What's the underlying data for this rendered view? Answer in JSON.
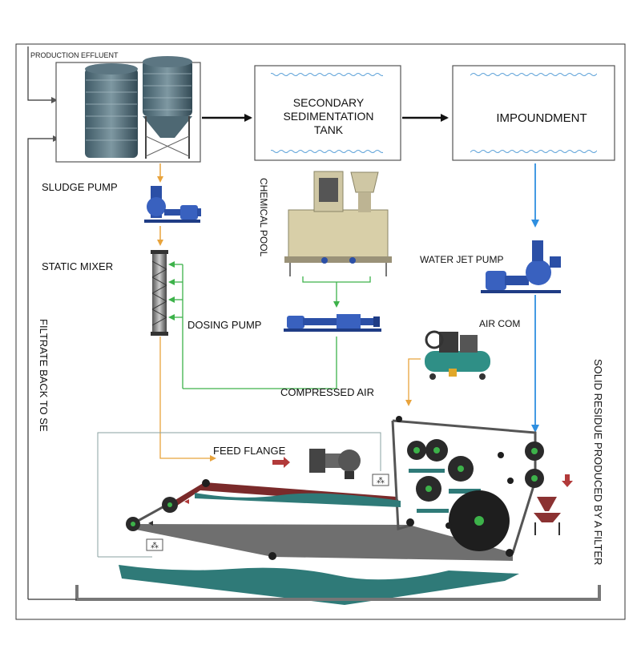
{
  "labels": {
    "production_effluent": "PRODUCTION EFFLUENT",
    "secondary_line1": "SECONDARY",
    "secondary_line2": "SEDIMENTATION",
    "secondary_line3": "TANK",
    "impoundment": "IMPOUNDMENT",
    "sludge_pump": "SLUDGE PUMP",
    "chemical_pool": "CHEMICAL POOL",
    "static_mixer": "STATIC MIXER",
    "water_jet_pump": "WATER JET PUMP",
    "dosing_pump": "DOSING PUMP",
    "air_com": "AIR COM",
    "compressed_air": "COMPRESSED AIR",
    "filtrate_back": "FILTRATE BACK TO SE",
    "solid_residue": "SOLID RESIDUE PRODUCED BY A FILTER",
    "feed_flange": "FEED FLANGE"
  },
  "colors": {
    "sludge_line": "#e8a33c",
    "chemical_line": "#3db24a",
    "water_line": "#2f8fe0",
    "belt": "#7a2a2a",
    "equipment_blue": "#2b4fa6",
    "teal": "#2f7a78"
  }
}
